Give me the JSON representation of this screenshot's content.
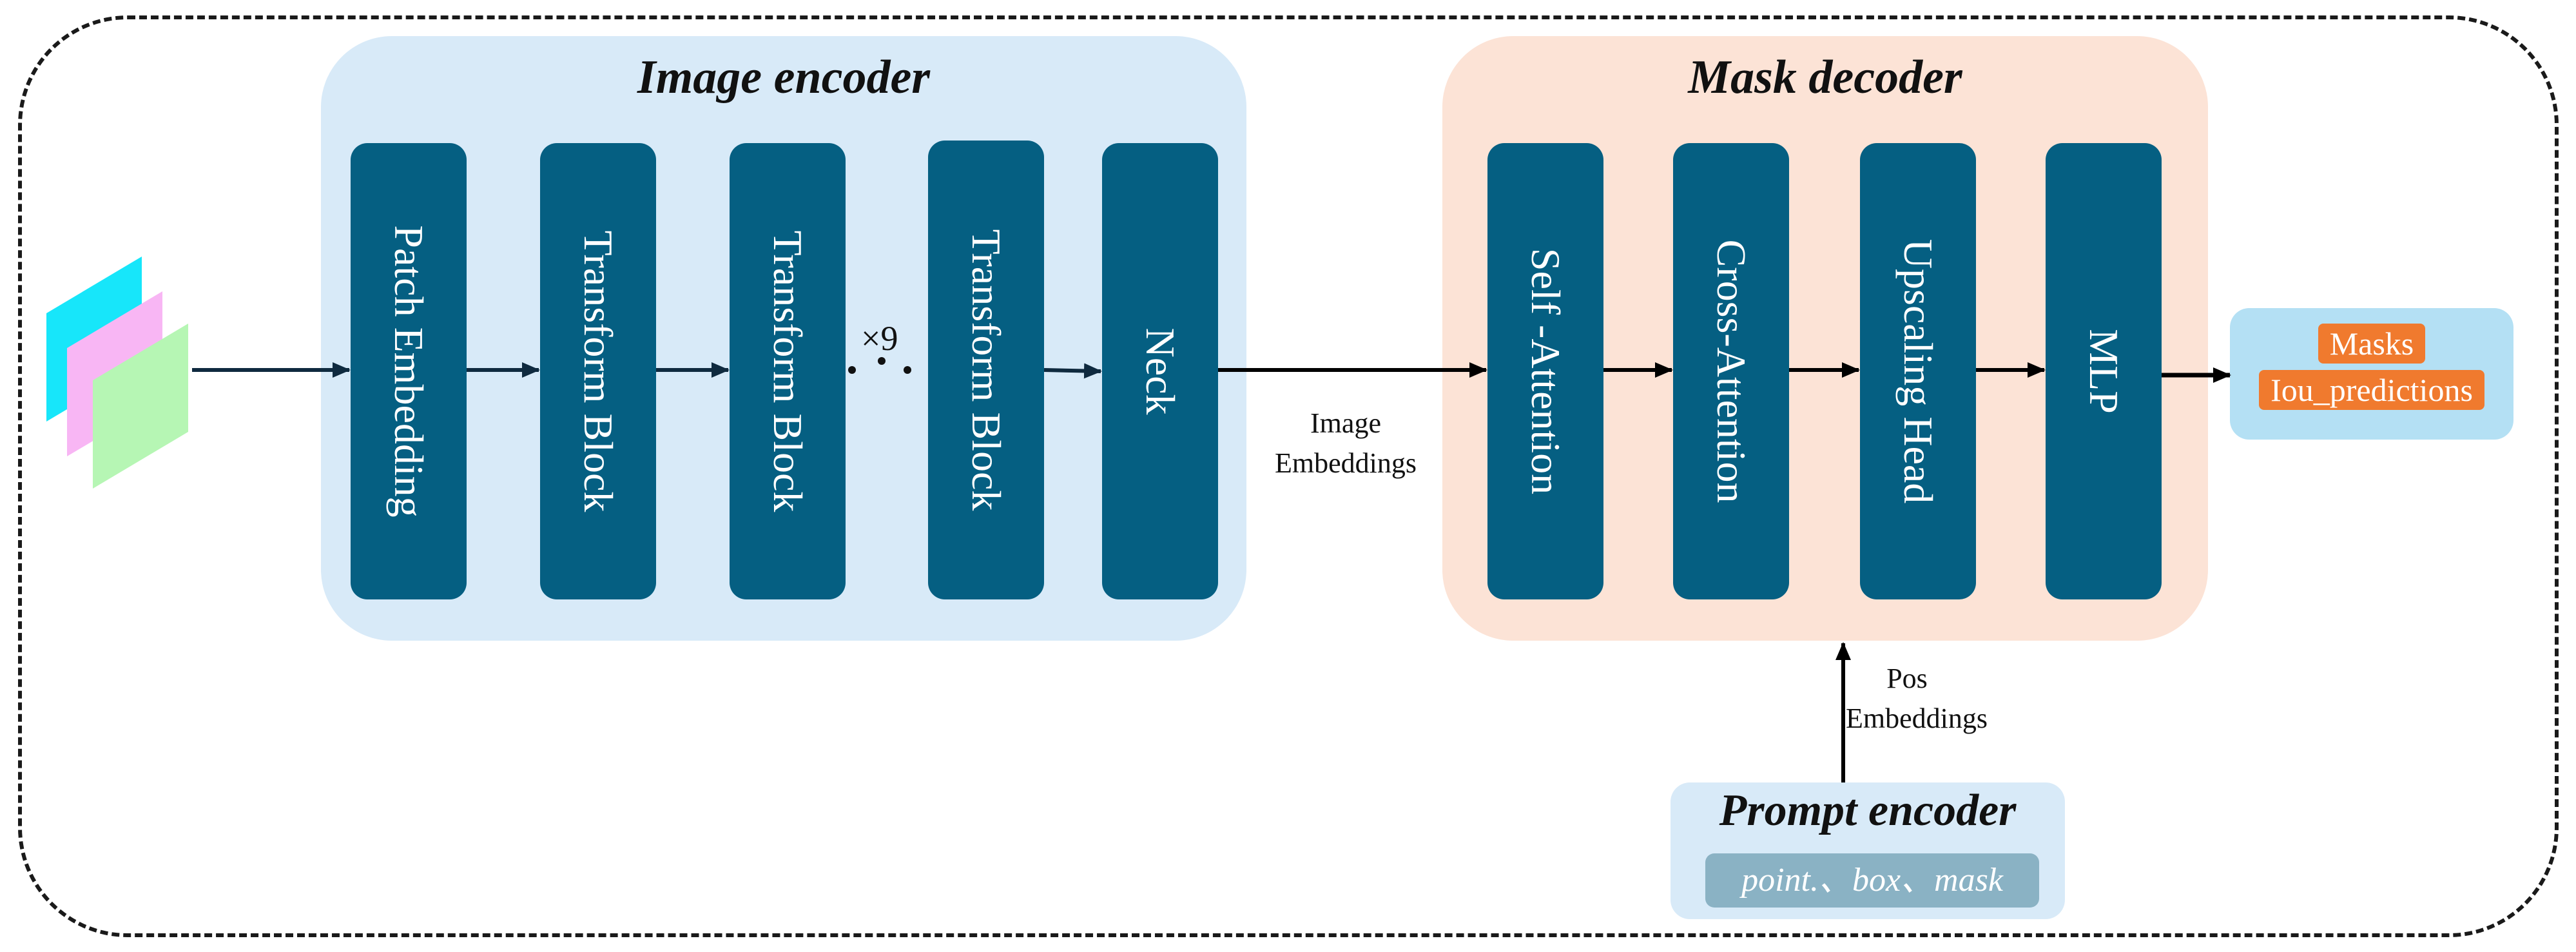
{
  "image_encoder": {
    "title": "Image encoder",
    "blocks": [
      "Patch Embedding",
      "Transform Block",
      "Transform Block",
      "Transform Block",
      "Neck"
    ],
    "repeat_label": "×9"
  },
  "mask_decoder": {
    "title": "Mask decoder",
    "blocks": [
      "Self -Attention",
      "Cross-Attention",
      "Upscaling Head",
      "MLP"
    ]
  },
  "image_embeddings_label": [
    "Image",
    "Embeddings"
  ],
  "pos_embeddings_label": [
    "Pos",
    "Embeddings"
  ],
  "outputs": [
    "Masks",
    "Iou_predictions"
  ],
  "prompt_encoder": {
    "title": "Prompt encoder",
    "inputs": "point.、box、mask"
  },
  "colors": {
    "block": "#055f82",
    "encoder_bg": "#d8eaf8",
    "decoder_bg": "#fce3d6",
    "output_bg": "#b4e0f4",
    "output_tag": "#f07a2e",
    "prompt_chip": "#8ab2c4",
    "layer_cyan": "#17e6fa",
    "layer_pink": "#f8b6f4",
    "layer_green": "#b6f6b4"
  }
}
